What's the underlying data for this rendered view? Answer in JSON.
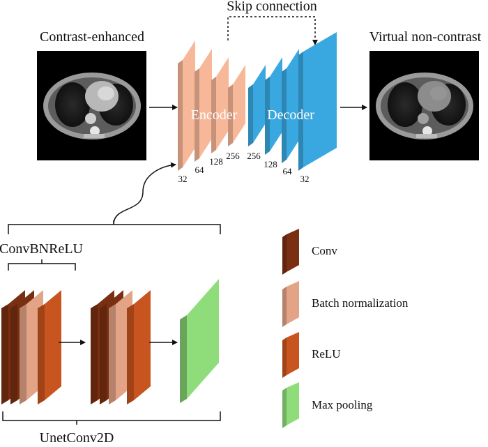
{
  "labels": {
    "input": "Contrast-enhanced",
    "output": "Virtual non-contrast",
    "skip": "Skip connection",
    "encoder": "Encoder",
    "decoder": "Decoder",
    "convbnrelu": "ConvBNReLU",
    "unetconv2d": "UnetConv2D"
  },
  "encoder_channels": [
    "32",
    "64",
    "128",
    "256"
  ],
  "decoder_channels": [
    "256",
    "128",
    "64",
    "32"
  ],
  "legend": [
    {
      "label": "Conv",
      "color": "#7a2e12"
    },
    {
      "label": "Batch normalization",
      "color": "#e2a386"
    },
    {
      "label": "ReLU",
      "color": "#c8541f"
    },
    {
      "label": "Max pooling",
      "color": "#8fdc7a"
    }
  ],
  "colors": {
    "encoder_block": "#f7b899",
    "decoder_block": "#3aa8e0",
    "ct_background": "#000000"
  }
}
